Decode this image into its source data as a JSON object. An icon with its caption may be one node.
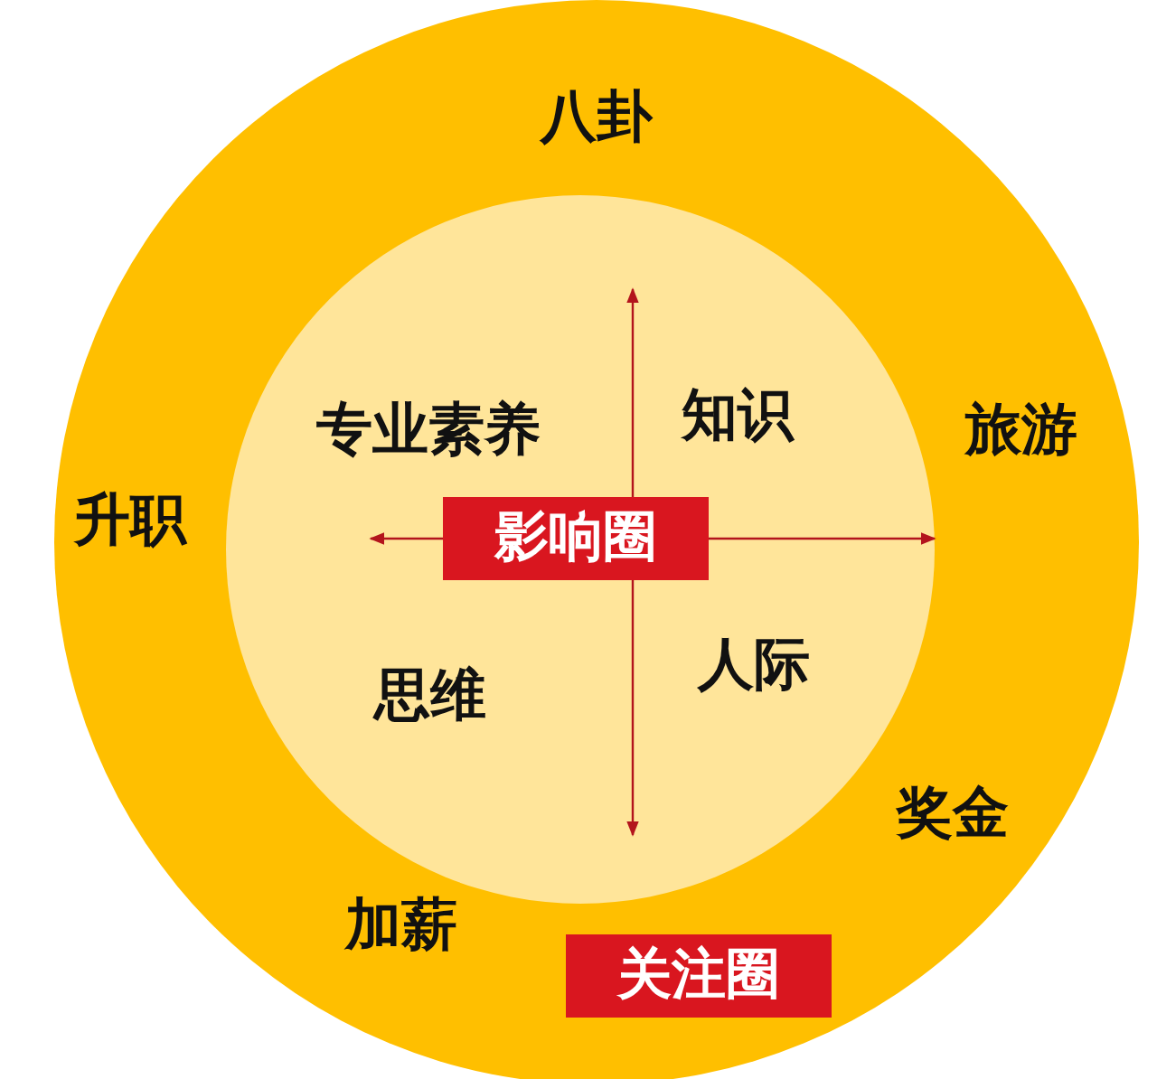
{
  "diagram": {
    "nodes": [
      {
        "text": [
          "关注圈"
        ]
      },
      {
        "text": [
          "影响圈"
        ],
        "in": 0
      }
    ],
    "labels": [
      "八卦",
      "专业素养",
      "知识",
      "旅游",
      "升职",
      "思维",
      "人际",
      "奖金",
      "加薪"
    ]
  }
}
